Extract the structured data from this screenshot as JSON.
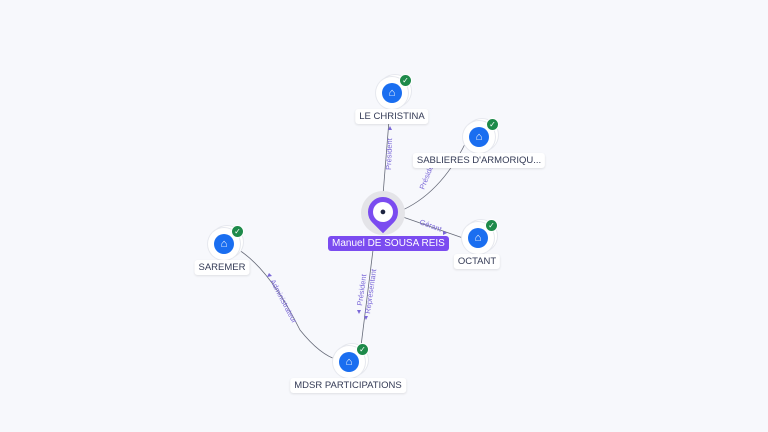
{
  "person": {
    "name": "Manuel DE SOUSA REIS",
    "icon": "user-icon"
  },
  "companies": [
    {
      "name": "LE CHRISTINA",
      "icon": "building-icon",
      "verified": true
    },
    {
      "name": "SABLIERES D'ARMORIQU...",
      "icon": "building-icon",
      "verified": true
    },
    {
      "name": "OCTANT",
      "icon": "building-icon",
      "verified": true
    },
    {
      "name": "SAREMER",
      "icon": "building-icon",
      "verified": true
    },
    {
      "name": "MDSR PARTICIPATIONS",
      "icon": "building-icon",
      "verified": true
    }
  ],
  "edges": [
    {
      "from": "Manuel DE SOUSA REIS",
      "to": "LE CHRISTINA",
      "label": "Président"
    },
    {
      "from": "Manuel DE SOUSA REIS",
      "to": "SABLIERES D'ARMORIQU...",
      "label": "Président"
    },
    {
      "from": "Manuel DE SOUSA REIS",
      "to": "OCTANT",
      "label": "Gérant"
    },
    {
      "from": "Manuel DE SOUSA REIS",
      "to": "MDSR PARTICIPATIONS",
      "label": "Président"
    },
    {
      "from": "Manuel DE SOUSA REIS",
      "to": "MDSR PARTICIPATIONS",
      "label": "Représentant"
    },
    {
      "from": "MDSR PARTICIPATIONS",
      "to": "SAREMER",
      "label": "Administrateur"
    }
  ],
  "colors": {
    "person": "#7b4cf0",
    "company": "#1a6ef0",
    "verified": "#1e8a4a"
  }
}
